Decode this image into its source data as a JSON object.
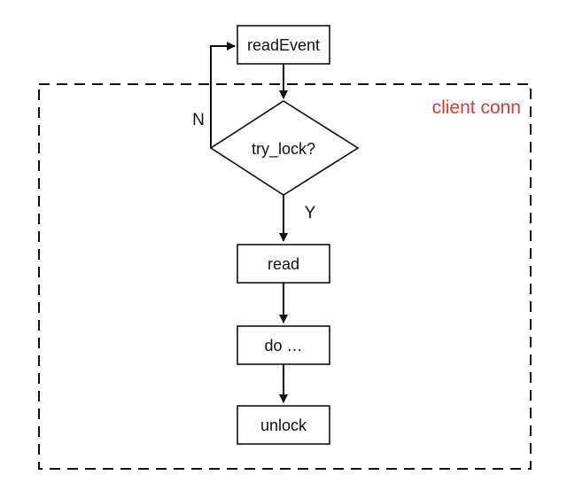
{
  "diagram": {
    "group_label": "client conn",
    "nodes": {
      "read_event": "readEvent",
      "decision": "try_lock?",
      "read": "read",
      "do": "do …",
      "unlock": "unlock"
    },
    "branch_labels": {
      "no": "N",
      "yes": "Y"
    },
    "colors": {
      "group_label": "#d83a36",
      "stroke": "#111111",
      "background": "#ffffff"
    }
  }
}
